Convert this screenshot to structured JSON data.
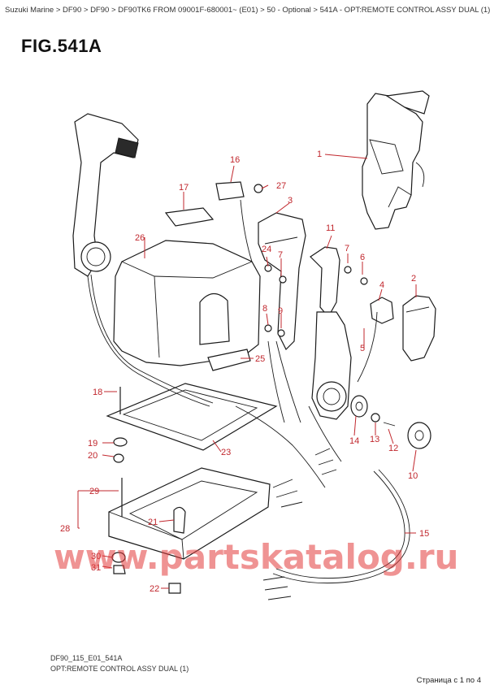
{
  "breadcrumb": "Suzuki Marine > DF90 > DF90 > DF90TK6 FROM 09001F-680001~ (E01) > 50 - Optional > 541A - OPT:REMOTE CONTROL ASSY DUAL (1)",
  "figure_title": "FIG.541A",
  "watermark": "www.partskatalog.ru",
  "footer": {
    "code": "DF90_115_E01_541A",
    "title": "OPT:REMOTE CONTROL ASSY DUAL (1)"
  },
  "page_indicator": "Страница с 1 по 4",
  "callouts": [
    "1",
    "2",
    "3",
    "4",
    "5",
    "6",
    "7",
    "7",
    "8",
    "9",
    "10",
    "11",
    "12",
    "13",
    "14",
    "15",
    "16",
    "17",
    "18",
    "19",
    "20",
    "21",
    "22",
    "23",
    "24",
    "25",
    "26",
    "27",
    "28",
    "29",
    "30",
    "31"
  ],
  "colors": {
    "callout": "#c1272d",
    "watermark": "#e23a3a",
    "line": "#1a1a1a"
  }
}
